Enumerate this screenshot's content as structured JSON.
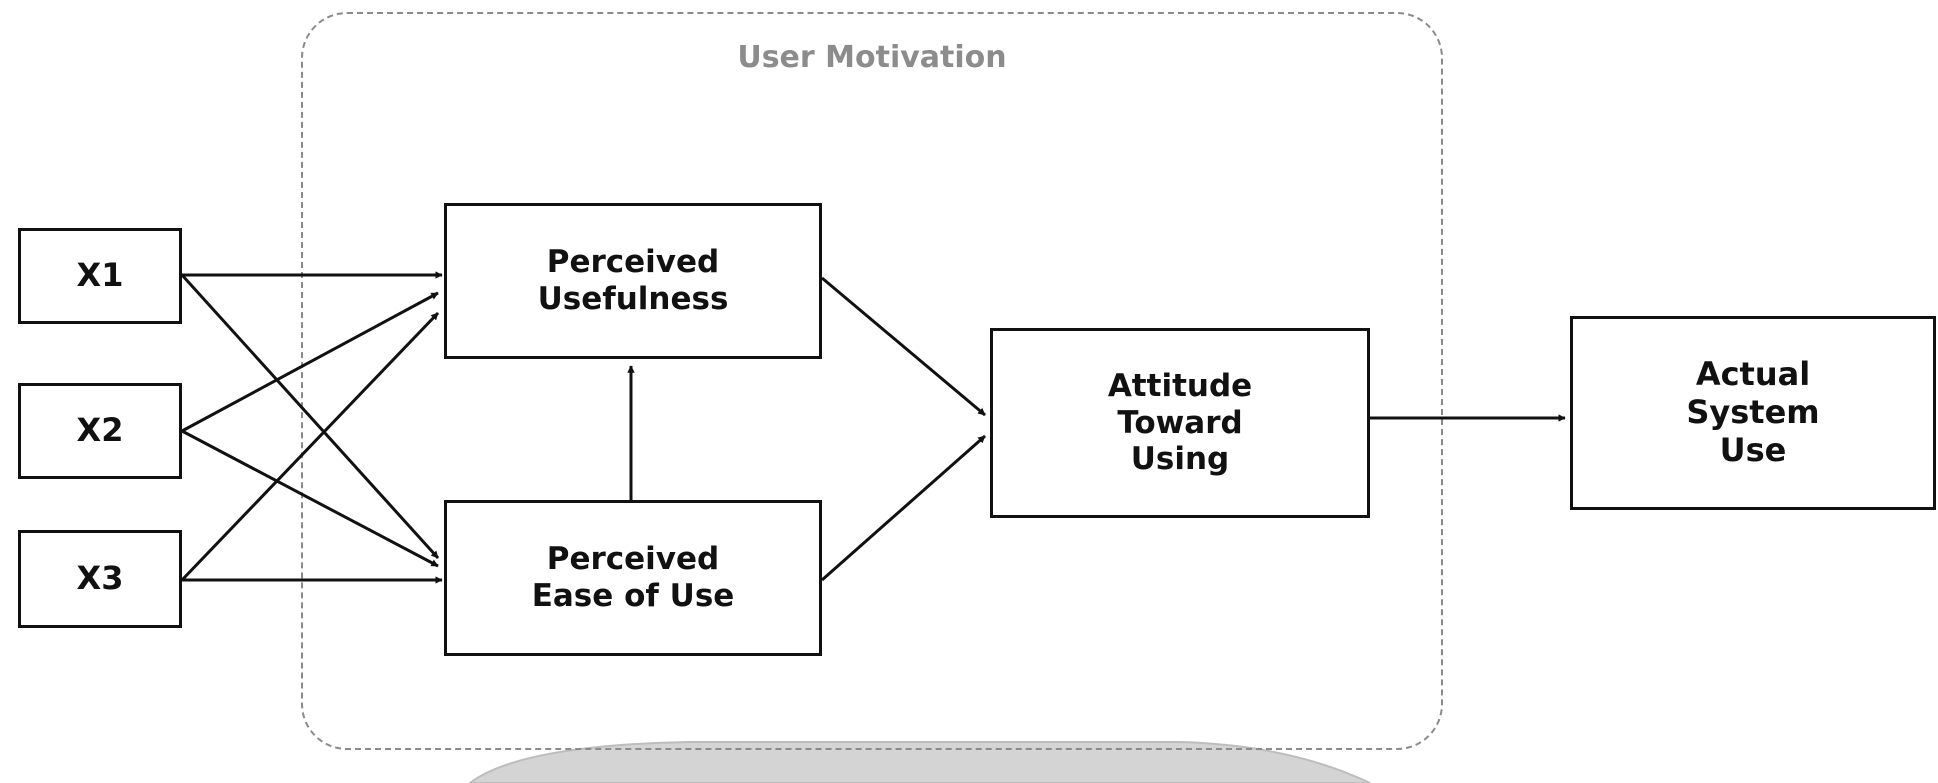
{
  "diagram": {
    "region": {
      "title": "User Motivation"
    },
    "nodes": {
      "x1": {
        "label": "X1"
      },
      "x2": {
        "label": "X2"
      },
      "x3": {
        "label": "X3"
      },
      "pu": {
        "lines": [
          "Perceived",
          "Usefulness"
        ]
      },
      "peou": {
        "lines": [
          "Perceived",
          "Ease of Use"
        ]
      },
      "attitude": {
        "lines": [
          "Attitude",
          "Toward",
          "Using"
        ]
      },
      "actual": {
        "lines": [
          "Actual",
          "System",
          "Use"
        ]
      }
    },
    "edges": [
      {
        "from": "X1",
        "to": "Perceived Usefulness"
      },
      {
        "from": "X1",
        "to": "Perceived Ease of Use"
      },
      {
        "from": "X2",
        "to": "Perceived Usefulness"
      },
      {
        "from": "X2",
        "to": "Perceived Ease of Use"
      },
      {
        "from": "X3",
        "to": "Perceived Usefulness"
      },
      {
        "from": "X3",
        "to": "Perceived Ease of Use"
      },
      {
        "from": "Perceived Ease of Use",
        "to": "Perceived Usefulness"
      },
      {
        "from": "Perceived Usefulness",
        "to": "Attitude Toward Using"
      },
      {
        "from": "Perceived Ease of Use",
        "to": "Attitude Toward Using"
      },
      {
        "from": "Attitude Toward Using",
        "to": "Actual System Use"
      }
    ],
    "colors": {
      "stroke": "#111111",
      "region_border": "#8a8a8a",
      "region_title": "#8c8c8c",
      "bottom_shape": "#d4d4d4"
    }
  }
}
